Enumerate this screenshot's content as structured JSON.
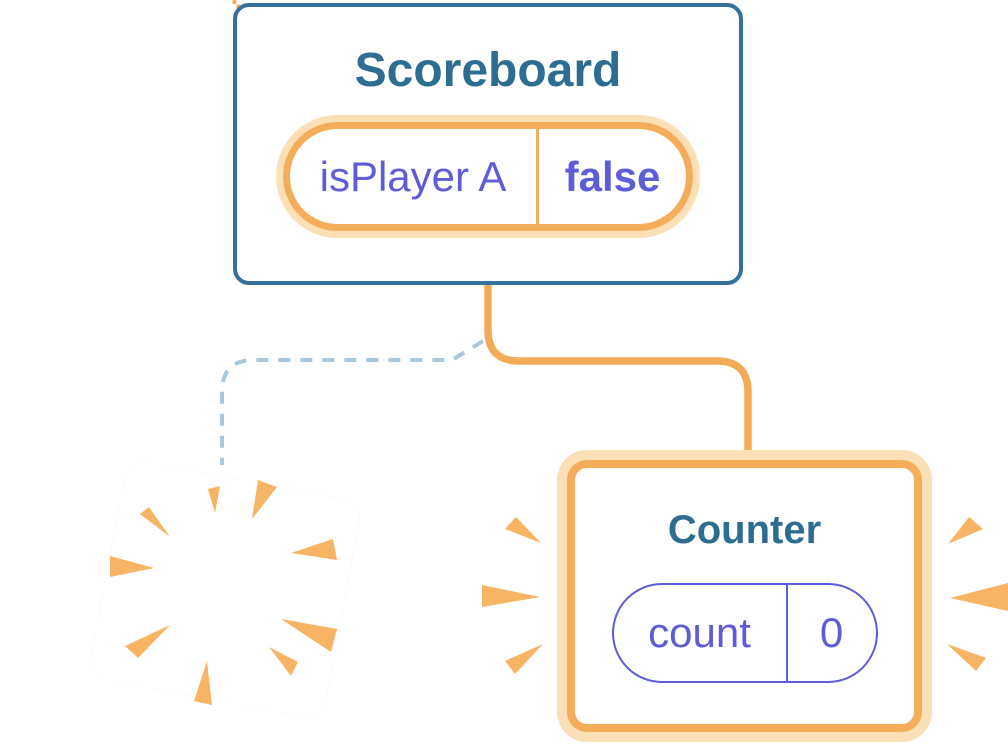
{
  "scoreboard_card": {
    "title": "Scoreboard",
    "state": {
      "name": "isPlayer A",
      "value": "false"
    }
  },
  "counter_card": {
    "title": "Counter",
    "state": {
      "name": "count",
      "value": "0"
    }
  },
  "icons": [
    "sparkle-icon",
    "burst-icon"
  ],
  "colors": {
    "accent_orange": "#F4AE5B",
    "burst_orange": "#F6B464",
    "halo_orange": "#FBDFB6",
    "state_purple": "#5E5CD8",
    "title_blue": "#2E6D92",
    "card_border_blue": "#35719A",
    "dashed_line_blue": "#A9C7DD"
  }
}
